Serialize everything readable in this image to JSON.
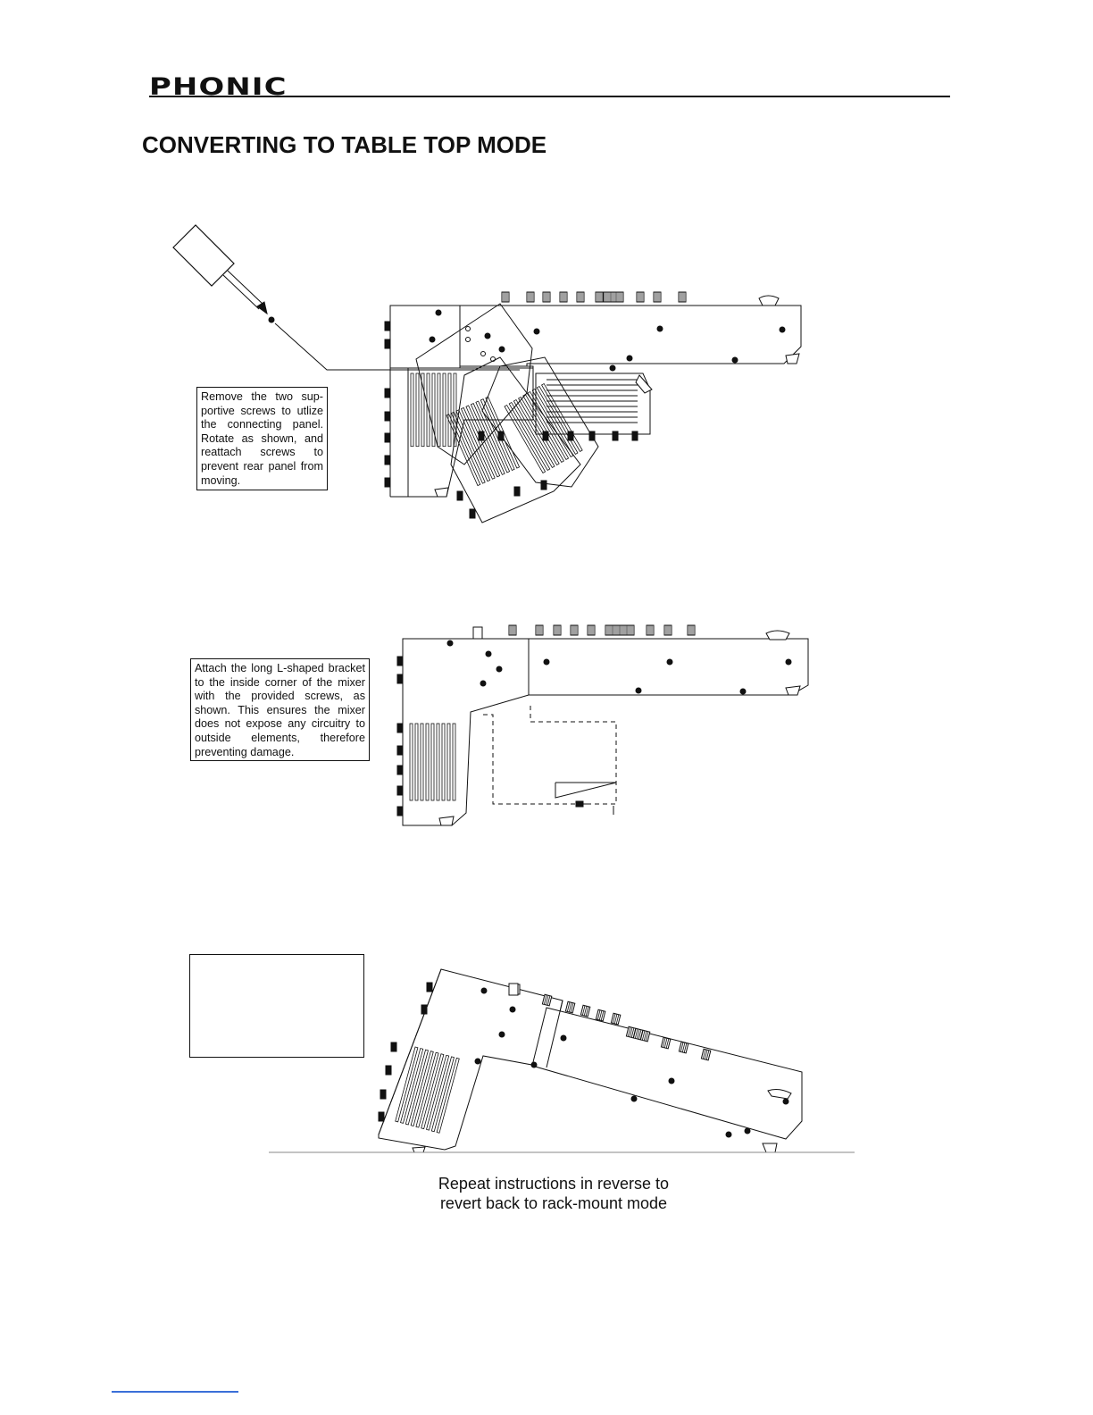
{
  "header": {
    "brand": "PHONIC"
  },
  "page": {
    "title": "CONVERTING TO TABLE TOP MODE"
  },
  "steps": [
    {
      "note": "Remove the two sup-portive screws to utlize the connecting panel. Rotate as shown, and reattach screws to prevent rear panel from moving."
    },
    {
      "note": "Attach the long L-shaped bracket to the inside corner of the mixer with the provided screws, as shown. This ensures the mixer does not expose any circuitry to outside elements, therefore preventing damage."
    },
    {
      "note": ""
    }
  ],
  "footer": {
    "line1": "Repeat instructions in reverse to",
    "line2": "revert back to rack-mount mode"
  },
  "icons": [
    "screwdriver-icon"
  ]
}
